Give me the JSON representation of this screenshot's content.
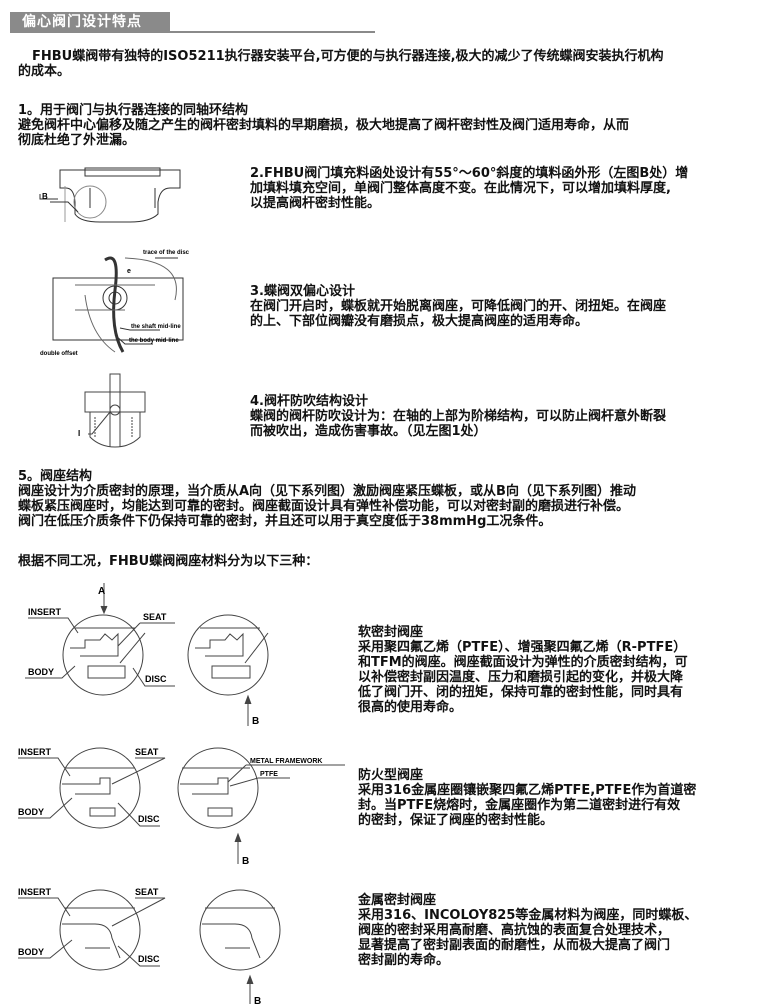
{
  "header": {
    "title": "偏心阀门设计特点"
  },
  "intro": {
    "lines": [
      "FHBU蝶阀带有独特的ISO5211执行器安装平台,可方便的与执行器连接,极大的减少了传统蝶阀安装执行机构",
      "的成本。"
    ]
  },
  "section1": {
    "title": "1。用于阀门与执行器连接的同轴环结构",
    "lines": [
      "避免阀杆中心偏移及随之产生的阀杆密封填料的早期磨损，极大地提高了阀杆密封性及阀门适用寿命，从而",
      "彻底杜绝了外泄漏。"
    ]
  },
  "section2": {
    "lines": [
      "2.FHBU阀门填充料函处设计有55°～60°斜度的填料函外形（左图B处）增",
      "加填料填充空间，单阀门整体高度不变。在此情况下，可以增加填料厚度,",
      "以提高阀杆密封性能。"
    ],
    "figure_label": "B"
  },
  "section3": {
    "title": "3.蝶阀双偏心设计",
    "lines": [
      "在阀门开启时，蝶板就开始脱离阀座，可降低阀门的开、闭扭矩。在阀座",
      "的上、下部位阀瓣没有磨损点，极大提高阀座的适用寿命。"
    ],
    "figure_labels": {
      "trace": "trace of the disc",
      "shaft": "the shaft mid-line",
      "body": "the body mid-line",
      "offset": "double offset",
      "e": "e"
    }
  },
  "section4": {
    "title": "4.阀杆防吹结构设计",
    "lines": [
      "蝶阀的阀杆防吹设计为：在轴的上部为阶梯结构，可以防止阀杆意外断裂",
      "而被吹出，造成伤害事故。（见左图1处）"
    ],
    "figure_label": "I"
  },
  "section5": {
    "title": "5。阀座结构",
    "lines": [
      "阀座设计为介质密封的原理，当介质从A向（见下系列图）激励阀座紧压蝶板，或从B向（见下系列图）推动",
      "蝶板紧压阀座时，均能达到可靠的密封。阀座截面设计具有弹性补偿功能，可以对密封副的磨损进行补偿。",
      "阀门在低压介质条件下仍保持可靠的密封，并且还可以用于真空度低于38mmHg工况条件。"
    ],
    "summary": "根据不同工况，FHBU蝶阀阀座材料分为以下三种："
  },
  "seat_labels": {
    "insert": "INSERT",
    "seat": "SEAT",
    "body": "BODY",
    "disc": "DISC",
    "a": "A",
    "b": "B",
    "metal_framework": "METAL FRAMEWORK",
    "ptfe": "PTFE"
  },
  "seats": [
    {
      "title": "软密封阀座",
      "lines": [
        "采用聚四氟乙烯（PTFE）、增强聚四氟乙烯（R-PTFE）",
        "和TFM的阀座。阀座截面设计为弹性的介质密封结构，可",
        "以补偿密封副因温度、压力和磨损引起的变化，并极大降",
        "低了阀门开、闭的扭矩，保持可靠的密封性能，同时具有",
        "很高的使用寿命。"
      ]
    },
    {
      "title": "防火型阀座",
      "lines": [
        "采用316金属座圈镶嵌聚四氟乙烯PTFE,PTFE作为首道密",
        "封。当PTFE烧熔时，金属座圈作为第二道密封进行有效",
        "的密封，保证了阀座的密封性能。"
      ]
    },
    {
      "title": "金属密封阀座",
      "lines": [
        "采用316、INCOLOY825等金属材料为阀座，同时蝶板、",
        "阀座的密封采用高耐磨、高抗蚀的表面复合处理技术，",
        "显著提高了密封副表面的耐磨性，从而极大提高了阀门",
        "密封副的寿命。"
      ]
    }
  ]
}
